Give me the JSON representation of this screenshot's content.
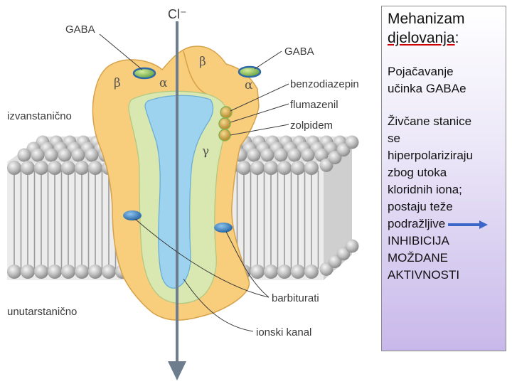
{
  "diagram": {
    "labels": {
      "chloride": "Cl⁻",
      "gaba_left": "GABA",
      "gaba_right": "GABA",
      "benzodiazepin": "benzodiazepin",
      "flumazenil": "flumazenil",
      "zolpidem": "zolpidem",
      "izvanstanicno": "izvanstanično",
      "unutarstanicno": "unutarstanično",
      "barbiturati": "barbiturati",
      "ionski_kanal": "ionski kanal"
    },
    "subunits": {
      "beta_left": "β",
      "alpha_left": "α",
      "beta_top": "β",
      "alpha_right": "α",
      "gamma": "γ"
    }
  },
  "panel": {
    "title_line1": "Mehanizam",
    "title_line2": "djelovanja",
    "title_colon": ":",
    "p1_line1": "Pojačavanje",
    "p1_line2": "učinka GABAe",
    "p2_lines": [
      "Živčane stanice",
      "se",
      "hiperpolariziraju",
      "zbog utoka",
      "kloridnih iona;",
      "postaju teže"
    ],
    "p2_last_word": "podražljive",
    "p2_caps": [
      "INHIBICIJA",
      "MOŽDANE",
      "AKTIVNOSTI"
    ]
  },
  "colors": {
    "receptor": "#f8cd7c",
    "inner": "#d9e8b0",
    "channel": "#9ed3ef",
    "arrow": "#6d7d8e",
    "site_green": "#8cc06a",
    "site_blue": "#3a7fc1",
    "benzo_sites": "#d6a542",
    "panel_arrow": "#3a66c8"
  }
}
